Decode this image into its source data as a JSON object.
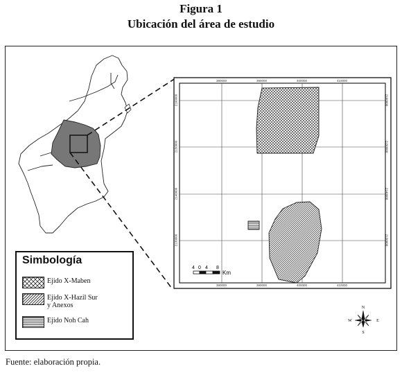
{
  "figure": {
    "label": "Figura 1",
    "title": "Ubicación del área de estudio",
    "source": "Fuente: elaboración propia."
  },
  "legend": {
    "title": "Simbología",
    "items": [
      {
        "label": "Ejido X-Maben",
        "pattern": "crosshatch"
      },
      {
        "label": "Ejido X-Hazil Sur\ny Anexos",
        "pattern": "diagonal"
      },
      {
        "label": "Ejido Noh Cah",
        "pattern": "horizontal"
      }
    ]
  },
  "scale_bar": {
    "labels": [
      "4",
      "0",
      "4",
      "8"
    ],
    "unit": "Km"
  },
  "compass": {
    "north": "N",
    "south": "S",
    "east": "E",
    "west": "W"
  },
  "grid_ticks": {
    "top": [
      "380000",
      "390000",
      "400000",
      "410000"
    ],
    "bottom": [
      "380000",
      "390000",
      "400000",
      "410000"
    ],
    "left": [
      "2160000",
      "2150000",
      "2140000",
      "2130000"
    ],
    "right": [
      "2160000",
      "2150000",
      "2140000",
      "2130000"
    ]
  },
  "colors": {
    "line": "#111111",
    "study_area_fill": "#777777",
    "frame": "#222222"
  }
}
